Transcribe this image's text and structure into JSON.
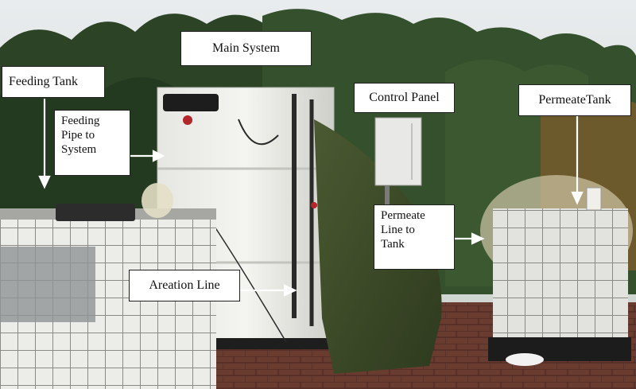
{
  "labels": {
    "main_system": "Main System",
    "feeding_tank": "Feeding Tank",
    "feeding_pipe": [
      "Feeding",
      "Pipe to",
      "System"
    ],
    "control_panel": "Control Panel",
    "permeate_tank": "PermeateTank",
    "permeate_line": [
      "Permeate",
      "Line to",
      "Tank"
    ],
    "aeration_line": "Areation Line"
  },
  "colors": {
    "label_bg": "#ffffff",
    "arrow": "#ffffff",
    "foliage": "#2f4a2a",
    "sky": "#d8dde0",
    "pavement": "#6b3a2e"
  }
}
